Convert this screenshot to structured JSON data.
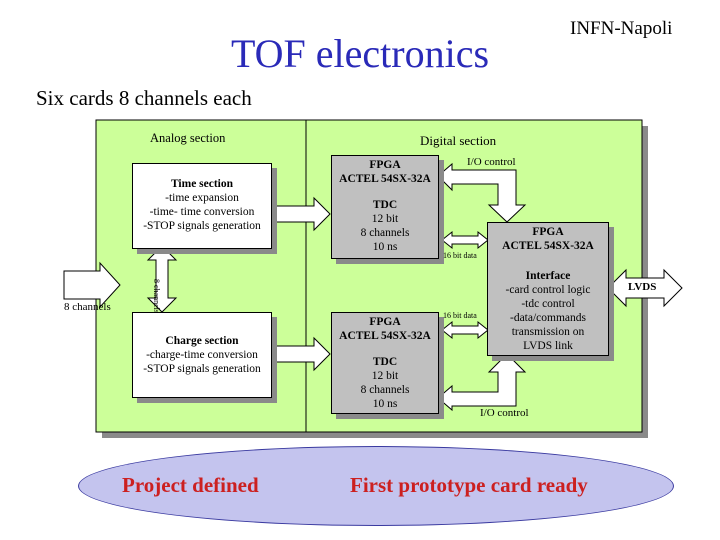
{
  "header": {
    "org": "INFN-Napoli",
    "title": "TOF electronics",
    "subtitle": "Six cards 8 channels each"
  },
  "diagram": {
    "analog_label": "Analog section",
    "digital_label": "Digital section",
    "time_section": {
      "title": "Time section",
      "lines": [
        "-time expansion",
        "-time- time conversion",
        "-STOP signals generation"
      ]
    },
    "charge_section": {
      "title": "Charge section",
      "lines": [
        "-charge-time conversion",
        "-STOP signals generation"
      ]
    },
    "fpga_top": {
      "title1": "FPGA",
      "title2": "ACTEL 54SX-32A",
      "sub": "TDC",
      "lines": [
        "12 bit",
        "8 channels",
        "10 ns"
      ]
    },
    "fpga_bottom": {
      "title1": "FPGA",
      "title2": "ACTEL 54SX-32A",
      "sub": "TDC",
      "lines": [
        "12 bit",
        "8 channels",
        "10 ns"
      ]
    },
    "fpga_interface": {
      "title1": "FPGA",
      "title2": "ACTEL 54SX-32A",
      "sub": "Interface",
      "lines": [
        "-card control logic",
        "-tdc control",
        "-data/commands",
        "transmission on",
        "LVDS link"
      ]
    },
    "input_label": "8 channels",
    "vertical_label": "8 channels",
    "io_control_top": "I/O control",
    "io_control_bottom": "I/O control",
    "data_bus_top": "16 bit data",
    "data_bus_bottom": "16 bit data",
    "lvds_label": "LVDS"
  },
  "status": {
    "left": "Project defined",
    "right": "First prototype card ready"
  },
  "colors": {
    "panel": "#ccff99",
    "title": "#2a2ab8",
    "status_text": "#cc2020",
    "ellipse": "#c4c4ee",
    "fpga_box": "#c0c0c0"
  }
}
